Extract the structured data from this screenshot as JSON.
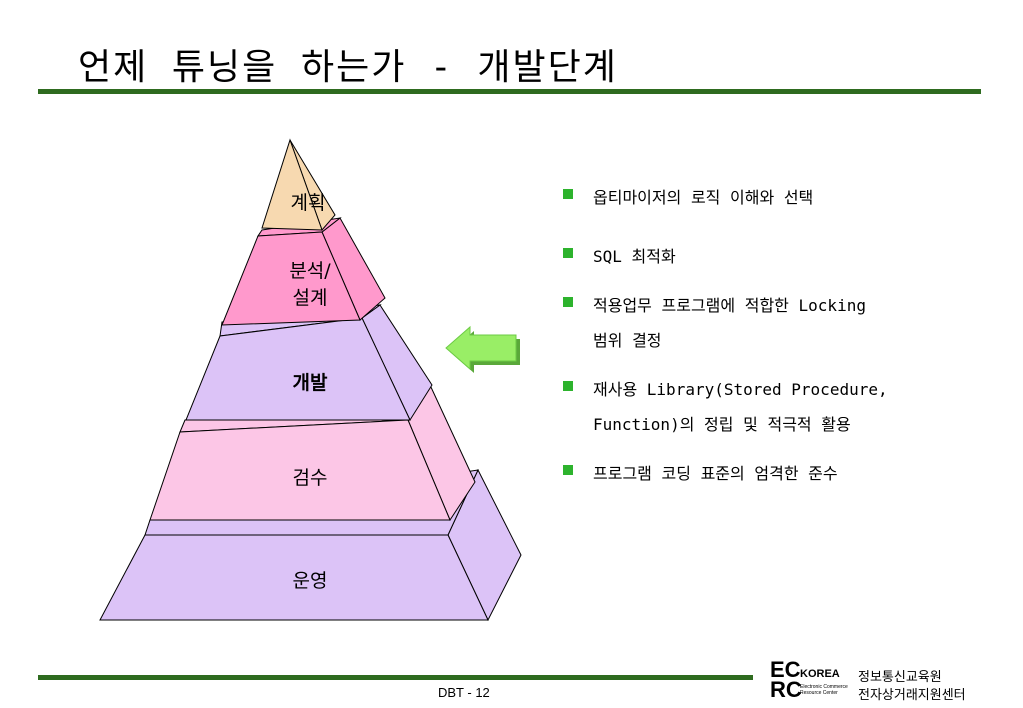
{
  "title": "언제 튜닝을 하는가 - 개발단계",
  "pyramid": {
    "tiers": [
      {
        "label": "계획"
      },
      {
        "label_line1": "분석/",
        "label_line2": "설계"
      },
      {
        "label": "개발"
      },
      {
        "label": "검수"
      },
      {
        "label": "운영"
      }
    ]
  },
  "bullets": [
    {
      "text": "옵티마이저의 로직 이해와 선택"
    },
    {
      "text": "SQL 최적화"
    },
    {
      "line1": "적용업무 프로그램에 적합한 Locking",
      "line2": "범위 결정"
    },
    {
      "line1": "재사용 Library(Stored Procedure,",
      "line2": "Function)의 정립 및 적극적 활용"
    },
    {
      "text": "프로그램 코딩 표준의 엄격한 준수"
    }
  ],
  "footer": {
    "page_label": "DBT  - 12"
  },
  "logo": {
    "ec": "EC",
    "rc": "RC",
    "korea": "KOREA",
    "sub1": "Electronic Commerce",
    "sub2": "Resource Center",
    "line1": "정보통신교육원",
    "line2": "전자상거래지원센터"
  },
  "colors": {
    "rule": "#2e6b1f",
    "bullet": "#2db32d",
    "tier_plan": "#f7d9b0",
    "tier_design": "#ff99cc",
    "tier_dev": "#dcc3f7",
    "tier_test": "#fcc6e6",
    "tier_ops": "#dcc3f7",
    "arrow": "#99ee66"
  }
}
